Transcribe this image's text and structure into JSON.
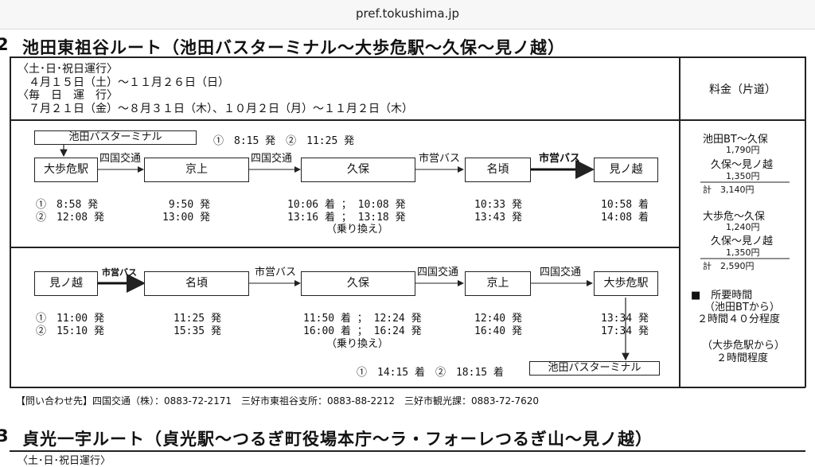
{
  "browser": {
    "url": "pref.tokushima.jp"
  },
  "section2": {
    "number": "2",
    "title": "池田東祖谷ルート（池田バスターミナル〜大歩危駅〜久保〜見ノ越）",
    "period1_label": "〈土･日･祝日運行〉",
    "period1_dates": "４月１５日（土）〜１１月２６日（日）",
    "period2_label": "〈毎　日　運　行〉",
    "period2_dates": "７月２１日（金）〜８月３１日（木）、１０月２日（月）〜１１月２日（木）",
    "fare_header": "料金（片道）",
    "outbound": {
      "origin_terminal": "池田バスターミナル",
      "origin_departures": "①　8:15 発　②　11:25 発",
      "stops": [
        "大歩危駅",
        "京上",
        "久保",
        "名頃",
        "見ノ越"
      ],
      "carriers": [
        "四国交通",
        "四国交通",
        "市営バス",
        "市営バス"
      ],
      "times": [
        [
          "①　8:58 発",
          "②　12:08 発"
        ],
        [
          "9:50 発",
          "13:00 発"
        ],
        [
          "10:06 着 ； 10:08 発",
          "13:16 着 ； 13:18 発"
        ],
        [
          "10:33 発",
          "13:43 発"
        ],
        [
          "10:58 着",
          "14:08 着"
        ]
      ],
      "transfer_note": "（乗り換え）"
    },
    "inbound": {
      "stops": [
        "見ノ越",
        "名頃",
        "久保",
        "京上",
        "大歩危駅"
      ],
      "carriers": [
        "市営バス",
        "市営バス",
        "四国交通",
        "四国交通"
      ],
      "times": [
        [
          "①　11:00 発",
          "②　15:10 発"
        ],
        [
          "11:25 発",
          "15:35 発"
        ],
        [
          "11:50 着 ； 12:24 発",
          "16:00 着 ； 16:24 発"
        ],
        [
          "12:40 発",
          "16:40 発"
        ],
        [
          "13:34 発",
          "17:34 発"
        ]
      ],
      "transfer_note": "（乗り換え）",
      "terminal_arrivals": "①　14:15 着　②　18:15 着",
      "terminal": "池田バスターミナル"
    },
    "fares": {
      "route1": "池田BT〜久保",
      "route1_price": "1,790円",
      "route2": "久保〜見ノ越",
      "route2_price": "1,350円",
      "total1": "計　3,140円",
      "route3": "大歩危〜久保",
      "route3_price": "1,240円",
      "route4": "久保〜見ノ越",
      "route4_price": "1,350円",
      "total2": "計　2,590円"
    },
    "duration": {
      "heading": "■　所要時間",
      "from1": "（池田BTから）",
      "time1": "２時間４０分程度",
      "from2": "（大歩危駅から）",
      "time2": "２時間程度"
    },
    "contact": "【問い合わせ先】四国交通（株）：0883-72-2171　三好市東祖谷支所：0883-88-2212　三好市観光課：0883-72-7620"
  },
  "section3": {
    "number": "3",
    "title": "貞光一宇ルート（貞光駅〜つるぎ町役場本庁〜ラ・フォーレつるぎ山〜見ノ越）",
    "period_label": "〈土･日･祝日運行〉"
  }
}
